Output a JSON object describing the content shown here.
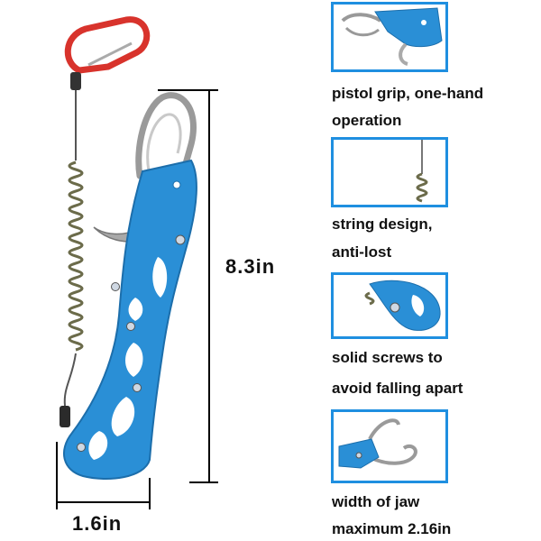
{
  "dimensions": {
    "length": "8.3in",
    "width": "1.6in"
  },
  "features": [
    {
      "line1": "pistol grip, one-hand",
      "line2": "operation"
    },
    {
      "line1": "string design,",
      "line2": "anti-lost"
    },
    {
      "line1": "solid screws to",
      "line2": "avoid falling apart"
    },
    {
      "line1": "width of jaw",
      "line2": "maximum 2.16in"
    }
  ],
  "colors": {
    "tool_blue": "#2a8fd6",
    "box_border": "#1f8fe0",
    "carabiner_red": "#d8332c"
  }
}
